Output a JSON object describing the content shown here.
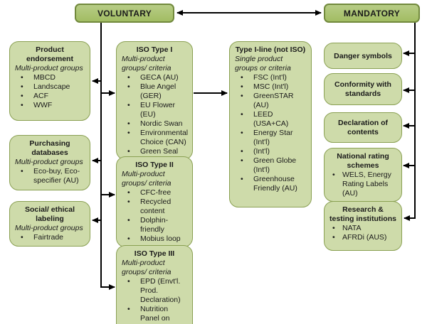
{
  "header": {
    "voluntary": "VOLUNTARY",
    "mandatory": "MANDATORY"
  },
  "colors": {
    "header_fill": "#a2bd63",
    "header_border": "#71893c",
    "box_fill": "#cedbaa",
    "box_border": "#8aa053",
    "arrow": "#000000"
  },
  "columns": {
    "left": [
      {
        "title": "Product endorsement",
        "subtitle": "Multi-product groups",
        "items": [
          "MBCD",
          "Landscape",
          "ACF",
          "WWF"
        ]
      },
      {
        "title": "Purchasing databases",
        "subtitle": "Multi-product groups",
        "items": [
          "Eco-buy, Eco-specifier (AU)"
        ]
      },
      {
        "title": "Social/ ethical labeling",
        "subtitle": "Multi-product groups",
        "items": [
          "Fairtrade"
        ]
      }
    ],
    "middle": [
      {
        "title": "ISO Type I",
        "subtitle": "Multi-product groups/ criteria",
        "items": [
          "GECA (AU)",
          "Blue Angel (GER)",
          "EU Flower (EU)",
          "Nordic Swan",
          "Environmental Choice (CAN)",
          "Green Seal"
        ]
      },
      {
        "title": "ISO Type II",
        "subtitle": "Multi-product groups/ criteria",
        "items": [
          "CFC-free",
          "Recycled content",
          "Dolphin-friendly",
          "Mobius loop"
        ]
      },
      {
        "title": "ISO Type III",
        "subtitle": "Multi-product groups/ criteria",
        "items": [
          "EPD (Envt'l. Prod. Declaration)",
          "Nutrition Panel on Food"
        ]
      }
    ],
    "type1line": {
      "title": "Type I-line (not ISO)",
      "subtitle": "Single product groups or criteria",
      "items": [
        "FSC (Int'l)",
        "MSC (Int'l)",
        "GreenSTAR (AU)",
        "LEED (USA+CA)",
        "Energy Star (Int'l)",
        "(Int'l)",
        "Green Globe (Int'l)",
        "Greenhouse Friendly (AU)"
      ]
    },
    "right": [
      {
        "title": "Danger symbols",
        "items": []
      },
      {
        "title": "Conformity with standards",
        "items": []
      },
      {
        "title": "Declaration of contents",
        "items": []
      },
      {
        "title": "National rating schemes",
        "items": [
          "WELS, Energy Rating Labels (AU)"
        ]
      },
      {
        "title": "Research & testing institutions",
        "items": [
          "NATA",
          "AFRDi (AUS)"
        ]
      }
    ]
  }
}
